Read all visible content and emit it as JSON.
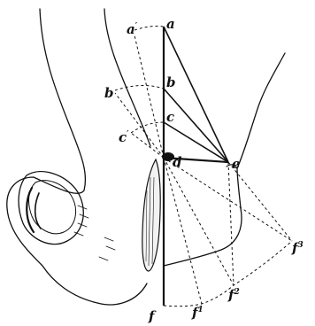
{
  "labels": {
    "a_prime": "a",
    "a_prime_mark": "′",
    "a": "a",
    "b_prime": "b",
    "b": "b",
    "c_prime": "c",
    "c_prime_mark": "′",
    "c": "c",
    "d": "d",
    "e": "e",
    "f": "f",
    "f1": "f",
    "f1_sub": "1",
    "f2": "f",
    "f2_sub": "2",
    "f3": "f",
    "f3_sub": "3"
  },
  "colors": {
    "ink": "#111111",
    "paper": "#ffffff"
  }
}
